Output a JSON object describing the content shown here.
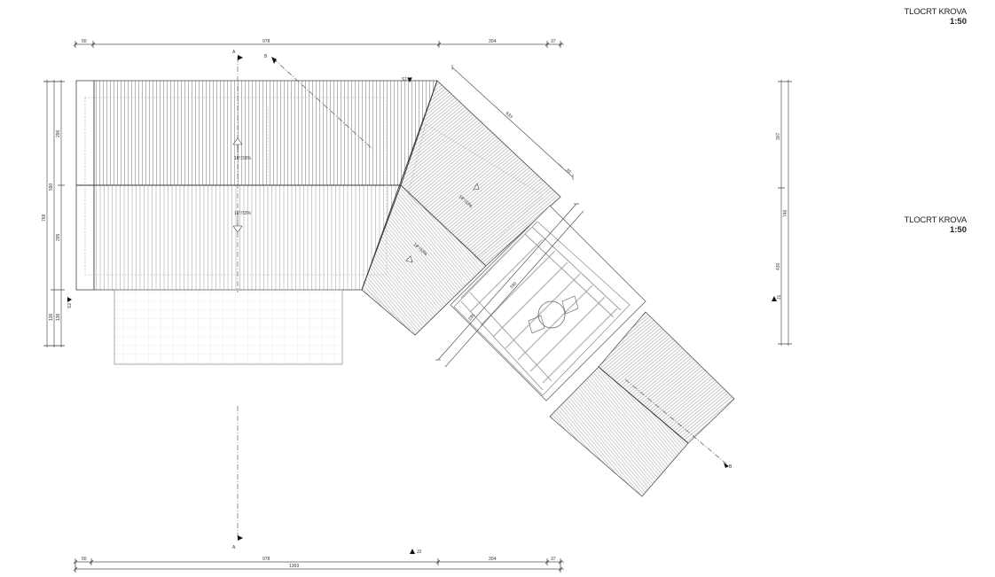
{
  "titles": [
    {
      "name": "TLOCRT KROVA",
      "scale": "1:50"
    },
    {
      "name": "TLOCRT KROVA",
      "scale": "1:50"
    }
  ],
  "dimensions": {
    "top": [
      "50",
      "978",
      "304",
      "37"
    ],
    "bottom": [
      "50",
      "978",
      "304",
      "37"
    ],
    "bottom_total": "1369",
    "left_outer": "768",
    "left_middle": [
      "590",
      "136"
    ],
    "left_inner": [
      "296",
      "295",
      "136"
    ],
    "right_outer": [
      "307",
      "430"
    ],
    "right_inner": "746",
    "diagonal_top": [
      "633",
      "30"
    ],
    "diagonal_middle": [
      "340",
      "295"
    ]
  },
  "section_markers": {
    "A_top": "A",
    "A_bottom": "A",
    "B_top": "B",
    "B_bottom": "B",
    "B_mid": "B",
    "S1": "S1",
    "S2": "S2",
    "J2": "J2",
    "J1": "J1"
  },
  "slopes": {
    "main_north": "18°/33%",
    "main_south": "18°/33%",
    "wing_east": "18°/33%",
    "wing_west": "18°/33%"
  }
}
